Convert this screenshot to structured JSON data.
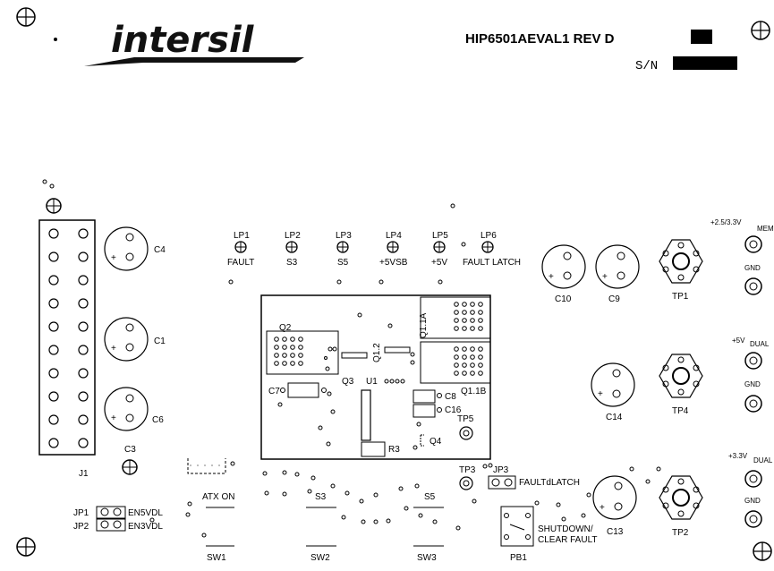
{
  "header": {
    "logo_text": "intersil",
    "board_title": "HIP6501AEVAL1  REV D",
    "serial_label": "S/N"
  },
  "leds": [
    {
      "ref": "LP1",
      "label": "FAULT"
    },
    {
      "ref": "LP2",
      "label": "S3"
    },
    {
      "ref": "LP3",
      "label": "S5"
    },
    {
      "ref": "LP4",
      "label": "+5VSB"
    },
    {
      "ref": "LP5",
      "label": "+5V"
    },
    {
      "ref": "LP6",
      "label": "FAULT LATCH"
    }
  ],
  "capacitors": {
    "c4": "C4",
    "c1": "C1",
    "c6": "C6",
    "c3": "C3",
    "c10": "C10",
    "c9": "C9",
    "c14": "C14",
    "c13": "C13",
    "c7": "C7",
    "c8": "C8",
    "c16": "C16"
  },
  "connectors": {
    "j1": "J1"
  },
  "semis": {
    "q2": "Q2",
    "q3": "Q3",
    "q12": "Q1.2",
    "q11a": "Q1.1A",
    "q11b": "Q1.1B",
    "u1": "U1",
    "r3": "R3",
    "q4": "Q4"
  },
  "test_points": {
    "tp1": "TP1",
    "tp4": "TP4",
    "tp2": "TP2",
    "tp5": "TP5",
    "tp3": "TP3"
  },
  "jumpers": {
    "jp1": "JP1",
    "jp1_label": "EN5VDL",
    "jp2": "JP2",
    "jp2_label": "EN3VDL",
    "jp3": "JP3",
    "jp3_label": "FAULTdLATCH"
  },
  "switches": {
    "sw1_label": "ATX ON",
    "sw1": "SW1",
    "sw2_label": "S3",
    "sw2": "SW2",
    "sw3_label": "S5",
    "sw3": "SW3",
    "pb1": "PB1",
    "pb1_label_1": "SHUTDOWN/",
    "pb1_label_2": "CLEAR FAULT"
  },
  "outputs": {
    "mem_label": "+2.5/3.3V",
    "mem_sub": "MEM",
    "gnd1": "GND",
    "dual5_label": "+5V",
    "dual5_sub": "DUAL",
    "gnd2": "GND",
    "dual33_label": "+3.3V",
    "dual33_sub": "DUAL",
    "gnd3": "GND"
  }
}
